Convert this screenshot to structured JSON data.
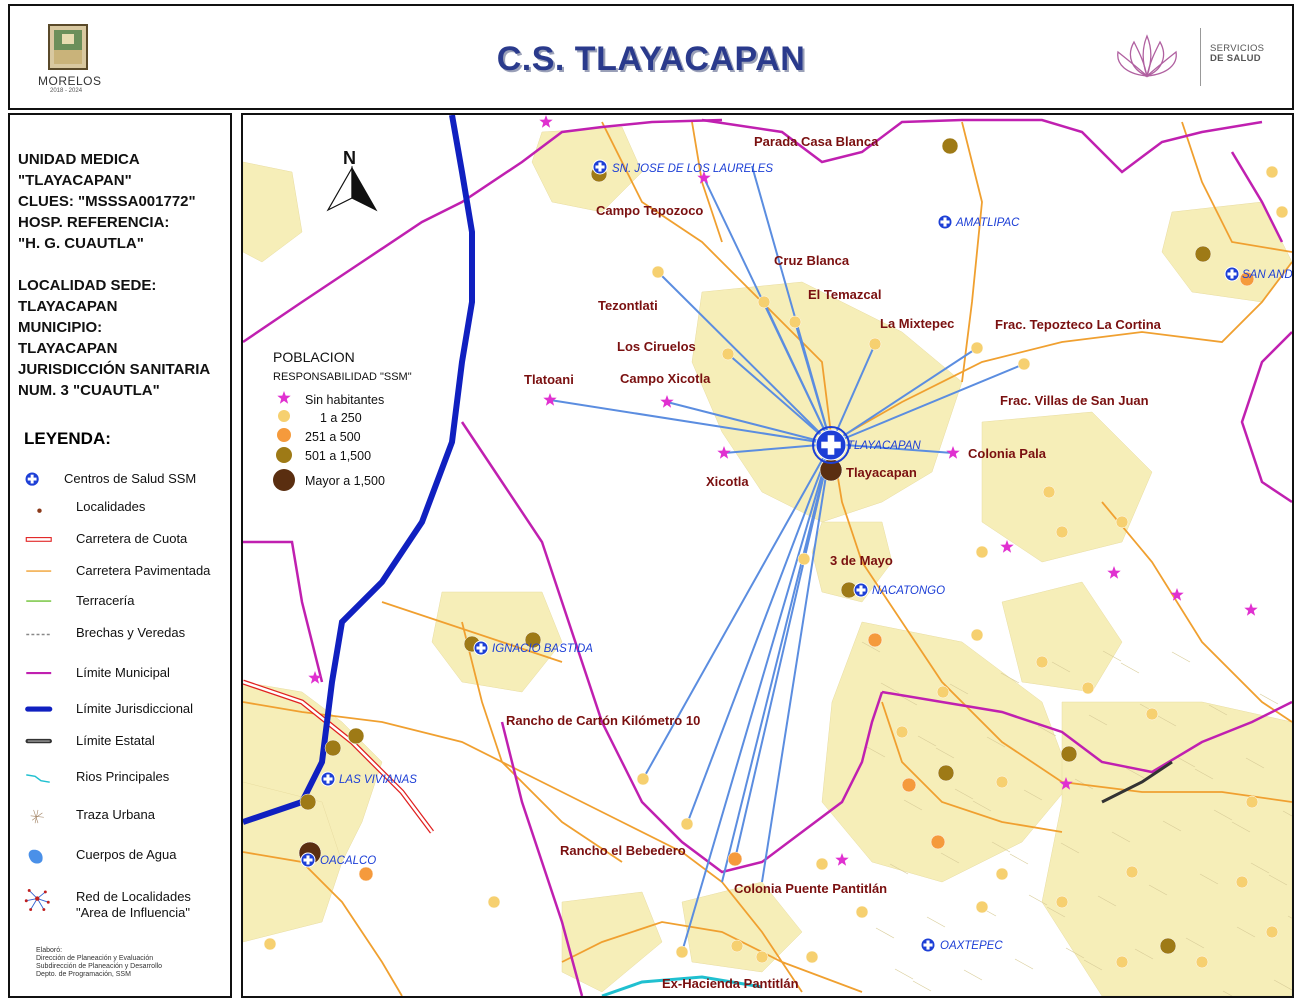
{
  "header": {
    "title": "C.S. TLAYACAPAN",
    "morelos_label": "MORELOS",
    "morelos_years": "2018 - 2024",
    "servicios_line1": "SERVICIOS",
    "servicios_line2": "DE SALUD"
  },
  "sidebar": {
    "info_lines": [
      "UNIDAD MEDICA",
      "\"TLAYACAPAN\"",
      "CLUES: \"MSSSA001772\"",
      "HOSP. REFERENCIA:",
      "\"H. G.  CUAUTLA\"",
      "",
      "LOCALIDAD SEDE:",
      "TLAYACAPAN",
      "MUNICIPIO:",
      "TLAYACAPAN",
      "JURISDICCIÓN SANITARIA",
      "NUM. 3 \"CUAUTLA\""
    ],
    "leyenda_title": "LEYENDA:",
    "legend": [
      {
        "label": "Centros de Salud SSM",
        "icon": "health-center-icon"
      },
      {
        "label": "Localidades",
        "icon": "locality-dot-icon"
      },
      {
        "label": "Carretera de Cuota",
        "icon": "toll-road-icon"
      },
      {
        "label": "Carretera Pavimentada",
        "icon": "paved-road-icon"
      },
      {
        "label": "Terracería",
        "icon": "dirt-road-icon"
      },
      {
        "label": "Brechas y Veredas",
        "icon": "trail-icon"
      },
      {
        "label": "Límite Municipal",
        "icon": "municipal-boundary-icon"
      },
      {
        "label": "Límite Jurisdiccional",
        "icon": "jurisdictional-boundary-icon"
      },
      {
        "label": "Límite Estatal",
        "icon": "state-boundary-icon"
      },
      {
        "label": "Rios Principales",
        "icon": "river-icon"
      },
      {
        "label": "Traza Urbana",
        "icon": "urban-trace-icon"
      },
      {
        "label": "Cuerpos de Agua",
        "icon": "water-body-icon"
      },
      {
        "label": "Red de Localidades\n\"Area de Influencia\"",
        "icon": "network-icon"
      }
    ],
    "credit_lines": [
      "Elaboró:",
      "Dirección de Planeación y Evaluación",
      "Subdirección de Planeación y Desarrollo",
      "Depto. de Programación, SSM"
    ]
  },
  "map": {
    "north_label": "N",
    "population_legend": {
      "title": "POBLACION",
      "subtitle": "RESPONSABILIDAD \"SSM\"",
      "items": [
        "Sin habitantes",
        "1  a    250",
        "251  a    500",
        "501  a  1,500",
        "Mayor a 1,500"
      ]
    },
    "colors": {
      "road_paved": "#f0a030",
      "municipal": "#c020b0",
      "jurisdictional": "#1020c0",
      "urban": "#f6eeb8",
      "influence": "#5b8de0",
      "star": "#e030d0",
      "pop_1_250": "#f6d070",
      "pop_251_500": "#f59a3c",
      "pop_501_1500": "#9e7a16",
      "pop_over_1500": "#5a2e10",
      "health_center": "#1d3fd6",
      "label": "#7a1010"
    },
    "health_centers": [
      "SN. JOSE DE LOS LAURELES",
      "AMATLIPAC",
      "SAN AND",
      "TLAYACAPAN",
      "NACATONGO",
      "IGNACIO BASTIDA",
      "LAS VIVIANAS",
      "OACALCO",
      "OAXTEPEC"
    ],
    "locality_labels": [
      "Parada Casa Blanca",
      "Campo Tepozoco",
      "Cruz Blanca",
      "El Temazcal",
      "Tezontlati",
      "La Mixtepec",
      "Frac. Tepozteco La Cortina",
      "Los Ciruelos",
      "Tlatoani",
      "Campo Xicotla",
      "Frac. Villas de San Juan",
      "Colonia Pala",
      "Tlayacapan",
      "Xicotla",
      "3 de Mayo",
      "Rancho de Cartón Kilómetro 10",
      "Rancho el Bebedero",
      "Colonia Puente Pantitlán",
      "Ex-Hacienda Pantitlán"
    ]
  }
}
